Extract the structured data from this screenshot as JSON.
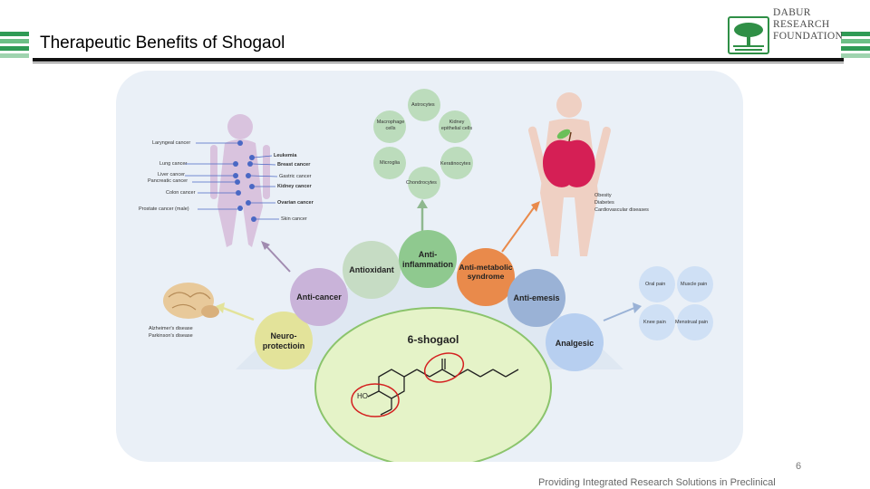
{
  "slide": {
    "title": "Therapeutic Benefits of Shogaol",
    "page_number": "6",
    "footer": "Providing Integrated Research Solutions in Preclinical"
  },
  "logo": {
    "line1": "DABUR",
    "line2": "RESEARCH",
    "line3": "FOUNDATION",
    "brand_color": "#2f8f46"
  },
  "figure": {
    "center_label": "6-shogaol",
    "benefits": [
      "Neuro-protectioin",
      "Anti-cancer",
      "Antioxidant",
      "Anti-inflammation",
      "Anti-metabolic syndrome",
      "Anti-emesis",
      "Analgesic"
    ],
    "cancers": [
      "Laryngeal cancer",
      "Leukemia",
      "Lung cancer",
      "Breast cancer",
      "Liver cancer",
      "Gastric cancer",
      "Pancreatic cancer",
      "Kidney cancer",
      "Colon cancer",
      "Ovarian cancer",
      "Prostate cancer (male)",
      "Skin cancer"
    ],
    "cells": [
      "Astrocytes",
      "Macrophage cells",
      "Kidney epithelial cells",
      "Microglia",
      "Keratinocytes",
      "Chondrocytes"
    ],
    "metabolic": [
      "Obesity",
      "Diabetes",
      "Cardiovascular diseases"
    ],
    "pain": [
      "Oral pain",
      "Muscle pain",
      "Knee pain",
      "Menstrual pain"
    ],
    "neuro": [
      "Alzheimer's disease",
      "Parkinson's disease"
    ],
    "molecule_label": "HO"
  },
  "colors": {
    "neuro": "#e3e39a",
    "anticancer": "#c9b3d9",
    "antioxidant": "#c6dcc4",
    "antiinflammation": "#8fc98f",
    "antimetabolic": "#e98a4b",
    "antiemesis": "#9ab2d6",
    "analgesic": "#b7cff0",
    "central": "#e5f3c8"
  }
}
